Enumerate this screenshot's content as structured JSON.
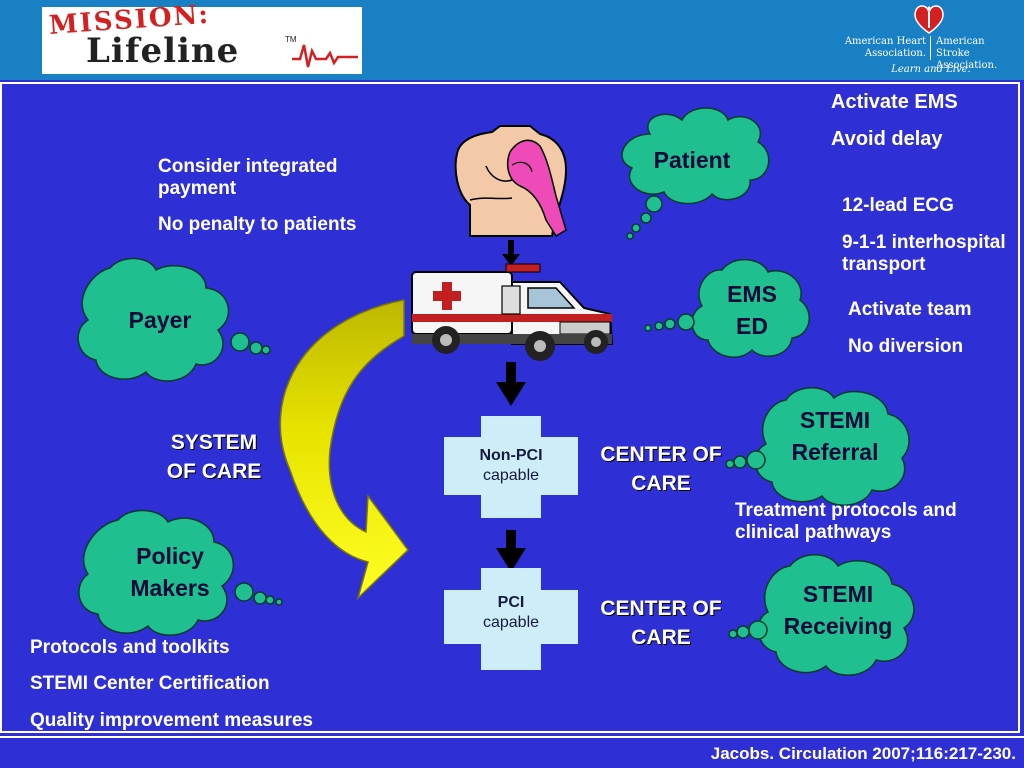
{
  "header": {
    "logo_mission": "MISSION:",
    "logo_lifeline": "Lifeline",
    "logo_tm": "TM",
    "aha_heart_line1": "American Heart",
    "aha_heart_line2": "Association.",
    "aha_stroke_line1": "American Stroke",
    "aha_stroke_line2": "Association.",
    "aha_tagline": "Learn and Live.",
    "brand_red": "#d42020",
    "header_blue": "#1a80c4"
  },
  "clouds": {
    "patient": "Patient",
    "ems_line1": "EMS",
    "ems_line2": "ED",
    "payer": "Payer",
    "policy_line1": "Policy",
    "policy_line2": "Makers",
    "referral_line1": "STEMI",
    "referral_line2": "Referral",
    "receiving_line1": "STEMI",
    "receiving_line2": "Receiving",
    "cloud_color": "#1fbf8f"
  },
  "annotations": {
    "activate_ems": "Activate EMS",
    "avoid_delay": "Avoid delay",
    "integrated_payment_1": "Consider integrated",
    "integrated_payment_2": "payment",
    "no_penalty": "No penalty to patients",
    "ecg": "12-lead ECG",
    "interhospital_1": "9-1-1 interhospital",
    "interhospital_2": "transport",
    "activate_team": "Activate team",
    "no_diversion": "No diversion",
    "treatment_1": "Treatment protocols and",
    "treatment_2": "clinical pathways",
    "protocols": "Protocols and toolkits",
    "certification": "STEMI Center Certification",
    "quality": "Quality improvement measures"
  },
  "system_of_care": {
    "line1": "SYSTEM",
    "line2": "OF CARE"
  },
  "boxes": {
    "nonpci_bold": "Non-PCI",
    "nonpci_sub": "capable",
    "pci_bold": "PCI",
    "pci_sub": "capable",
    "box_color": "#cdeef8"
  },
  "center_of_care": {
    "top_line1": "CENTER OF",
    "top_line2": "CARE",
    "bottom_line1": "CENTER OF",
    "bottom_line2": "CARE"
  },
  "footer": {
    "citation": "Jacobs. Circulation 2007;116:217-230."
  },
  "colors": {
    "background": "#2f2fd6",
    "arrow_yellow_dark": "#c8c400",
    "arrow_yellow_light": "#ffff20"
  }
}
